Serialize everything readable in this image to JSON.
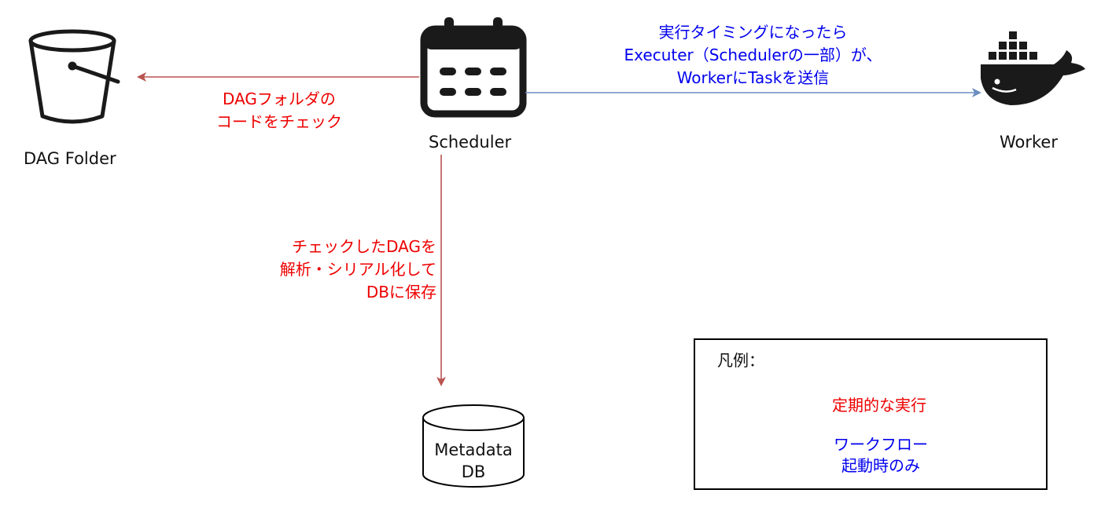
{
  "nodes": {
    "dag_folder": "DAG Folder",
    "scheduler": "Scheduler",
    "worker": "Worker",
    "metadata_db_line1": "Metadata",
    "metadata_db_line2": "DB"
  },
  "edges": {
    "check_dag": [
      "DAGフォルダの",
      "コードをチェック"
    ],
    "send_task": [
      "実行タイミングになったら",
      "Executer（Schedulerの一部）が、",
      "WorkerにTaskを送信"
    ],
    "save_db": [
      "チェックしたDAGを",
      "解析・シリアル化して",
      "DBに保存"
    ]
  },
  "legend": {
    "title": "凡例：",
    "periodic": "定期的な実行",
    "workflow": [
      "ワークフロー",
      "起動時のみ"
    ]
  },
  "colors": {
    "red_arrow": "#b85450",
    "blue_arrow": "#6c8ebf",
    "red_text": "#ee0000",
    "blue_text": "#0000ee",
    "icon": "#1a1a1a"
  },
  "icons": {
    "dag_folder": "bucket-icon",
    "scheduler": "calendar-icon",
    "worker": "docker-whale-icon",
    "metadata_db": "database-cylinder-icon"
  }
}
